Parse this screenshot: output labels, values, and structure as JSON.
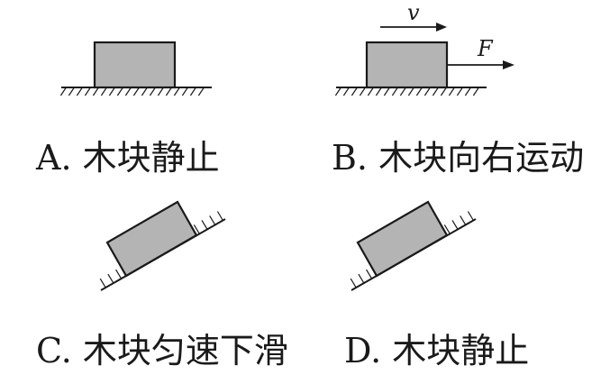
{
  "panels": {
    "a": {
      "caption": "A. 木块静止"
    },
    "b": {
      "caption": "B. 木块向右运动",
      "velocity_label": "v",
      "force_label": "F"
    },
    "c": {
      "caption": "C. 木块匀速下滑"
    },
    "d": {
      "caption": "D. 木块静止"
    }
  }
}
